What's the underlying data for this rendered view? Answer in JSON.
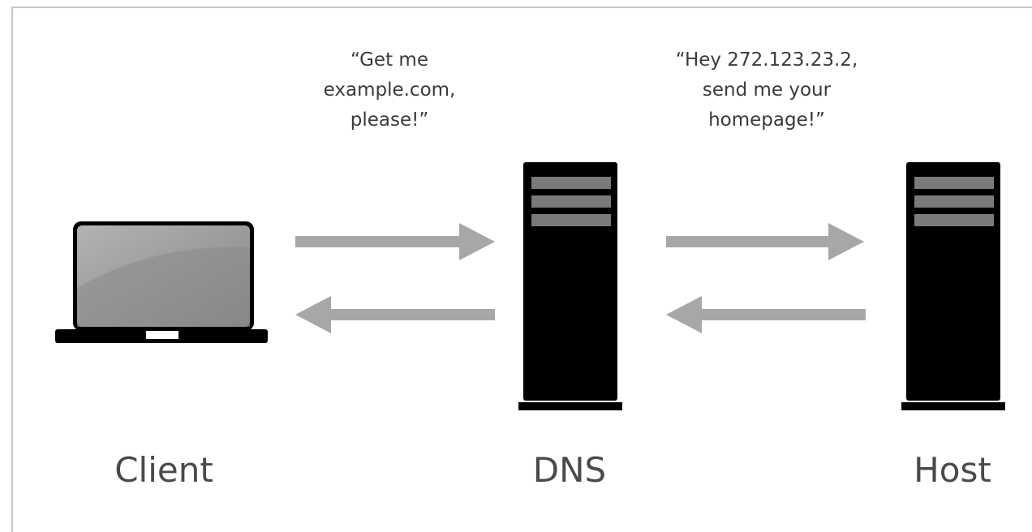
{
  "quotes": {
    "client_to_dns": "“Get me\nexample.com,\nplease!”",
    "dns_to_host": "“Hey 272.123.23.2,\nsend me your\nhomepage!”"
  },
  "nodes": {
    "client": "Client",
    "dns": "DNS",
    "host": "Host"
  },
  "icons": {
    "client": "laptop-icon",
    "dns": "server-tower-icon",
    "host": "server-tower-icon",
    "arrows": "arrow-icon"
  },
  "colors": {
    "device": "#000000",
    "arrow": "#a7a7a8",
    "server_slot": "#7a7a7a",
    "screen": "#8e8e8e",
    "text": "#4a4a4a"
  }
}
